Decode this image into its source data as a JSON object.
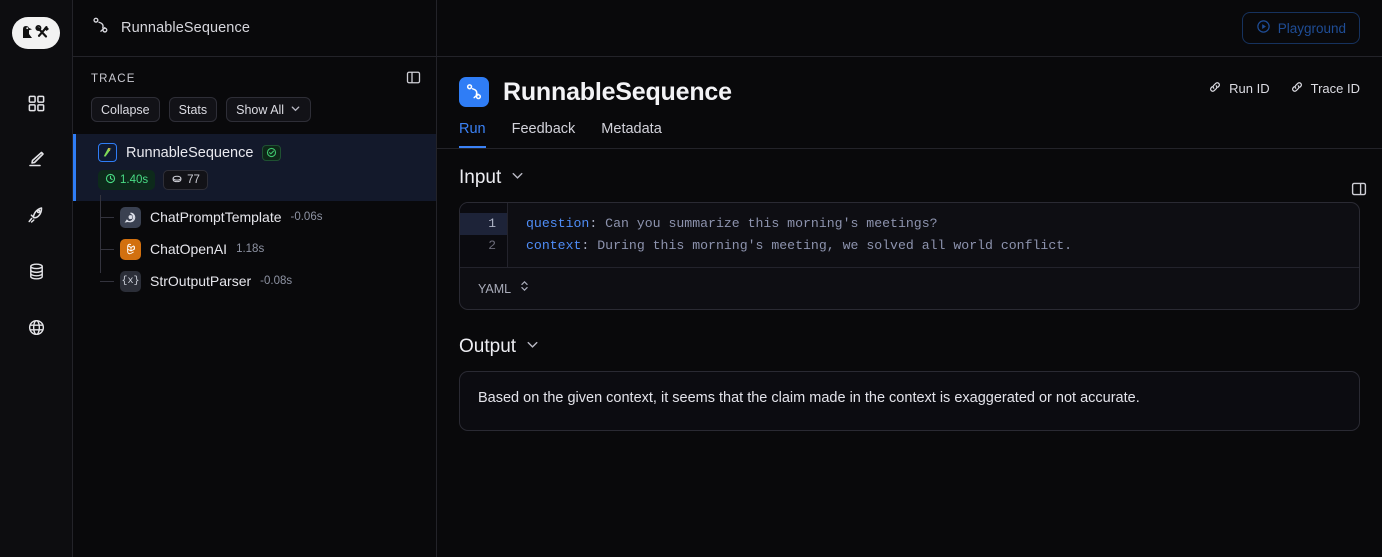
{
  "app": {
    "logo_icon": "langchain-parrot-logo",
    "rail_items": [
      {
        "icon": "grid-apps-icon",
        "name": "dashboard"
      },
      {
        "icon": "pencil-edit-icon",
        "name": "annotate"
      },
      {
        "icon": "rocket-icon",
        "name": "deployments"
      },
      {
        "icon": "database-icon",
        "name": "datasets"
      },
      {
        "icon": "globe-icon",
        "name": "public"
      }
    ]
  },
  "topbar": {
    "breadcrumb_icon": "sequence-graph-icon",
    "breadcrumb": "RunnableSequence",
    "playground_label": "Playground",
    "playground_icon": "play-circle-icon"
  },
  "trace_panel": {
    "label": "TRACE",
    "panel_toggle_icon": "panel-layout-icon",
    "controls": [
      {
        "label": "Collapse",
        "name": "collapse-button"
      },
      {
        "label": "Stats",
        "name": "stats-button"
      },
      {
        "label": "Show All",
        "name": "show-all-dropdown",
        "caret_icon": "chevron-down-icon"
      }
    ],
    "root_node": {
      "name": "RunnableSequence",
      "icon": "langchain-parrot-icon",
      "status_icon": "check-circle-icon",
      "duration": "1.40s",
      "duration_icon": "clock-icon",
      "tokens": "77",
      "tokens_icon": "token-coin-icon"
    },
    "child_nodes": [
      {
        "name": "ChatPromptTemplate",
        "duration": "-0.06s",
        "icon": "chat-prompt-icon"
      },
      {
        "name": "ChatOpenAI",
        "duration": "1.18s",
        "icon": "openai-logo-icon"
      },
      {
        "name": "StrOutputParser",
        "duration": "-0.08s",
        "icon": "braces-x-icon"
      }
    ]
  },
  "detail": {
    "icon": "sequence-graph-icon",
    "title": "RunnableSequence",
    "run_id_label": "Run ID",
    "run_id_icon": "link-icon",
    "trace_id_label": "Trace ID",
    "trace_id_icon": "link-icon",
    "panel_toggle_icon": "panel-layout-icon",
    "tabs": [
      {
        "label": "Run",
        "active": true
      },
      {
        "label": "Feedback",
        "active": false
      },
      {
        "label": "Metadata",
        "active": false
      }
    ],
    "input": {
      "heading": "Input",
      "caret_icon": "chevron-down-icon",
      "lines": [
        {
          "no": "1",
          "key": "question",
          "value": "Can you summarize this morning's meetings?",
          "highlighted": true
        },
        {
          "no": "2",
          "key": "context",
          "value": "During this morning's meeting, we solved all world conflict.",
          "highlighted": false
        }
      ],
      "format": "YAML",
      "format_icon": "chevron-up-down-icon"
    },
    "output": {
      "heading": "Output",
      "caret_icon": "chevron-down-icon",
      "text": "Based on the given context, it seems that the claim made in the context is exaggerated or not accurate."
    }
  },
  "colors": {
    "accent_blue": "#2f7df6",
    "tab_active": "#3b82f6",
    "success_green": "#49dc85",
    "openai_orange": "#d2700f",
    "page_bg": "#09090b"
  }
}
